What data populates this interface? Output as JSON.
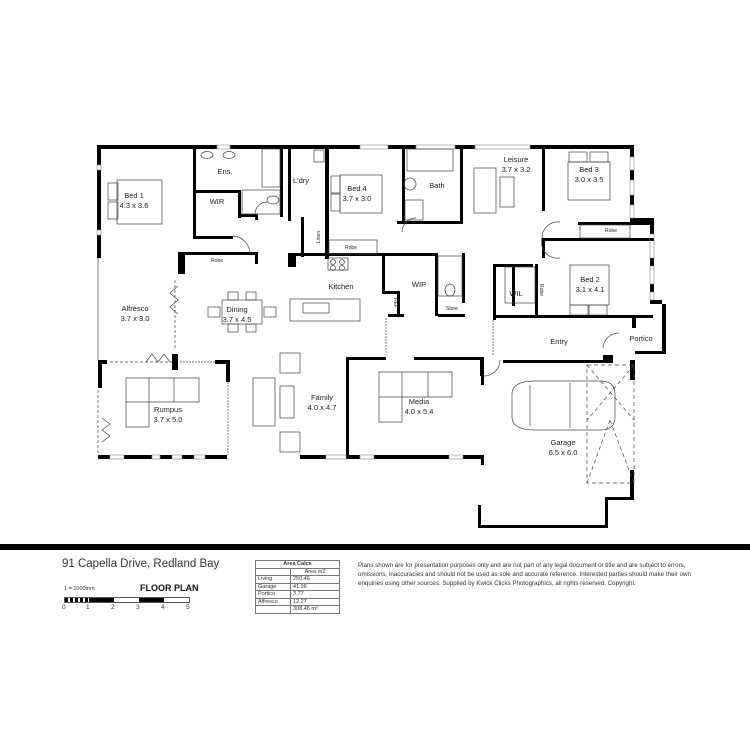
{
  "plan": {
    "rooms": [
      {
        "name": "Bed 1",
        "size": "4.3 x 3.6"
      },
      {
        "name": "Ens.",
        "size": ""
      },
      {
        "name": "WIR",
        "size": ""
      },
      {
        "name": "L'dry",
        "size": ""
      },
      {
        "name": "Linen",
        "size": ""
      },
      {
        "name": "Bed 4",
        "size": "3.7 x 3.0"
      },
      {
        "name": "Robe",
        "size": ""
      },
      {
        "name": "Bath",
        "size": ""
      },
      {
        "name": "Leisure",
        "size": "3.7 x 3.2"
      },
      {
        "name": "Bed 3",
        "size": "3.0 x 3.5"
      },
      {
        "name": "Robe",
        "size": ""
      },
      {
        "name": "Bed 2",
        "size": "3.1 x 4.1"
      },
      {
        "name": "WIL",
        "size": ""
      },
      {
        "name": "Robe",
        "size": ""
      },
      {
        "name": "Robe",
        "size": ""
      },
      {
        "name": "Kitchen",
        "size": ""
      },
      {
        "name": "WIP",
        "size": ""
      },
      {
        "name": "REF",
        "size": ""
      },
      {
        "name": "Store",
        "size": ""
      },
      {
        "name": "Alfresco",
        "size": "3.7 x 3.0"
      },
      {
        "name": "Dining",
        "size": "3.7 x 4.5"
      },
      {
        "name": "Rumpus",
        "size": "3.7 x 5.0"
      },
      {
        "name": "Family",
        "size": "4.0 x 4.7"
      },
      {
        "name": "Media",
        "size": "4.0 x 5.4"
      },
      {
        "name": "Entry",
        "size": ""
      },
      {
        "name": "Portico",
        "size": ""
      },
      {
        "name": "Garage",
        "size": "6.5 x 6.0"
      }
    ]
  },
  "footer": {
    "address": "91 Capella Drive, Redland Bay",
    "scale_label": "1 = 1000mm",
    "title": "FLOOR PLAN",
    "scale_ticks": [
      "0",
      "1",
      "2",
      "3",
      "4",
      "5"
    ],
    "area_calcs": {
      "title": "Area Calcs",
      "column_header": "Area m2",
      "rows": [
        {
          "label": "Living",
          "value": "250.46"
        },
        {
          "label": "Garage",
          "value": "41.96"
        },
        {
          "label": "Portico",
          "value": "3.77"
        },
        {
          "label": "Alfresco",
          "value": "12.27"
        }
      ],
      "total": "308.46 m²"
    },
    "disclaimer": "Plans shown are for presentation purposes only and are not part of any legal document or title and are subject to errors, omissions, inaccuracies and should not be used as sole and accurate reference. Interested parties should make their own enquiries using other sources. Supplied by Kwick Clicks Photographics, all rights reserved. Copyright."
  },
  "colors": {
    "wall": "#000000",
    "line": "#444444",
    "background": "#ffffff"
  }
}
